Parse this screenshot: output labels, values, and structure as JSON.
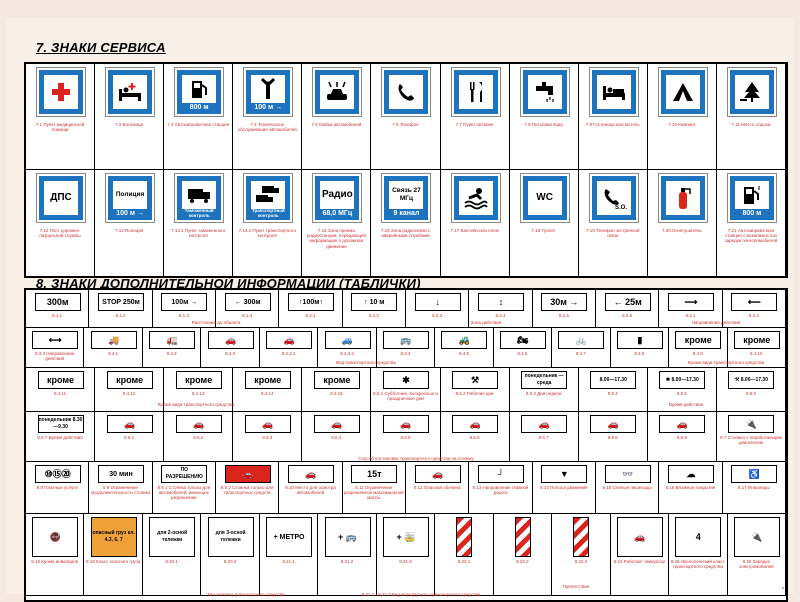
{
  "section7": {
    "title": "7. ЗНАКИ СЕРВИСА",
    "signs": [
      {
        "icon": "red-cross-icon",
        "bottom": "",
        "label": "7.1 Пункт медицинской помощи"
      },
      {
        "icon": "hospital-bed-icon",
        "bottom": "",
        "label": "7.2 Больница"
      },
      {
        "icon": "fuel-pump-icon",
        "bottom": "800 м",
        "label": "7.3 Автозаправочная станция"
      },
      {
        "icon": "wrench-icon",
        "bottom": "100 м →",
        "label": "7.4 Техническое обслуживание автомобилей"
      },
      {
        "icon": "car-wash-icon",
        "bottom": "",
        "label": "7.5 Мойка автомобилей"
      },
      {
        "icon": "telephone-icon",
        "bottom": "",
        "label": "7.6 Телефон"
      },
      {
        "icon": "fork-knife-icon",
        "bottom": "",
        "label": "7.7 Пункт питания"
      },
      {
        "icon": "water-tap-icon",
        "bottom": "",
        "label": "7.8 Питьевая вода"
      },
      {
        "icon": "bed-icon",
        "bottom": "",
        "label": "7.9 Гостиница или мотель"
      },
      {
        "icon": "tent-icon",
        "bottom": "",
        "label": "7.10 Кемпинг"
      },
      {
        "icon": "picnic-tree-icon",
        "bottom": "",
        "label": "7.11 Место отдыха"
      },
      {
        "icon": "text",
        "text": "ДПС",
        "bottom": "",
        "label": "7.12 Пост дорожно-патрульной службы"
      },
      {
        "icon": "text",
        "text": "Полиция",
        "bottom": "100 м →",
        "label": "7.13 Полиция"
      },
      {
        "icon": "truck-icon",
        "bottom": "Таможенный контроль",
        "label": "7.14.1 Пункт таможенного контроля"
      },
      {
        "icon": "trucks-icon",
        "bottom": "Транспортный контроль",
        "label": "7.14.2 Пункт транспортного контроля"
      },
      {
        "icon": "text",
        "text": "Радио",
        "bottom": "68,0 МГц",
        "label": "7.15 Зона приема радиостанции, передающей информацию о дорожном движении"
      },
      {
        "icon": "text",
        "text": "Связь 27 МГц",
        "bottom": "9 канал",
        "label": "7.16 Зона радиосвязи с аварийными службами"
      },
      {
        "icon": "swimmer-icon",
        "bottom": "",
        "label": "7.17 Бассейн или пляж"
      },
      {
        "icon": "text",
        "text": "WC",
        "bottom": "",
        "label": "7.18 Туалет"
      },
      {
        "icon": "sos-phone-icon",
        "bottom": "",
        "label": "7.19 Телефон экстренной связи"
      },
      {
        "icon": "extinguisher-icon",
        "bottom": "",
        "label": "7.20 Огнетушитель"
      },
      {
        "icon": "ev-charge-icon",
        "bottom": "800 м",
        "label": "7.21 Автозаправочная станция с возможностью зарядки электромобилей"
      }
    ]
  },
  "section8": {
    "title": "8. ЗНАКИ ДОПОЛНИТЕЛЬНОЙ ИНФОРМАЦИИ (ТАБЛИЧКИ)",
    "row1": [
      {
        "text": "300м",
        "label": "8.1.1"
      },
      {
        "text": "STOP 250м",
        "label": "8.1.2"
      },
      {
        "text": "100м →",
        "label": "8.1.3"
      },
      {
        "text": "← 300м",
        "label": "8.1.4"
      },
      {
        "text": "↑100м↑",
        "label": "8.2.1"
      },
      {
        "text": "↑ 10 м",
        "label": "8.2.2"
      },
      {
        "text": "↓",
        "label": "8.2.3"
      },
      {
        "text": "↕",
        "label": "8.2.4"
      },
      {
        "text": "30м →",
        "label": "8.2.5"
      },
      {
        "text": "← 25м",
        "label": "8.2.6"
      },
      {
        "text": "⟶",
        "label": "8.3.1"
      },
      {
        "text": "⟵",
        "label": "8.3.2"
      }
    ],
    "row1_caps": {
      "distance": "Расстояние до объекта",
      "zone": "Зона действия",
      "direction": "Направление действия"
    },
    "row2": [
      {
        "text": "⟷",
        "label": "8.3.3 Направление действия"
      },
      {
        "text": "🚚",
        "label": "8.4.1"
      },
      {
        "text": "🚛",
        "label": "8.4.2"
      },
      {
        "text": "🚗",
        "label": "8.4.3"
      },
      {
        "text": "🚗",
        "label": "8.4.3.1"
      },
      {
        "text": "🚙",
        "label": "8.4.3.2"
      },
      {
        "text": "🚌",
        "label": "8.4.4"
      },
      {
        "text": "🚜",
        "label": "8.4.5"
      },
      {
        "text": "🏍",
        "label": "8.4.6"
      },
      {
        "text": "🚲",
        "label": "8.4.7"
      },
      {
        "text": "▮",
        "label": "8.4.8"
      },
      {
        "text": "кроме",
        "label": "8.4.9"
      },
      {
        "text": "кроме",
        "label": "8.4.10"
      }
    ],
    "row2_caps": {
      "vehicle": "Вид транспортного средства",
      "except": "Кроме вида транспортного средства"
    },
    "row3": [
      {
        "text": "кроме",
        "label": "8.4.11"
      },
      {
        "text": "кроме",
        "label": "8.4.12"
      },
      {
        "text": "кроме",
        "label": "8.4.13"
      },
      {
        "text": "кроме",
        "label": "8.4.14"
      },
      {
        "text": "кроме",
        "label": "8.4.15"
      },
      {
        "text": "✱",
        "label": "8.5.1 Субботние, воскресные и праздничные дни"
      },
      {
        "text": "⚒",
        "label": "8.5.2 Рабочие дни"
      },
      {
        "text": "понедельник — среда",
        "label": "8.5.3 Дни недели"
      },
      {
        "text": "8.00—17.30",
        "label": "8.5.4"
      },
      {
        "text": "✱ 8.00—17.30",
        "label": "8.5.5"
      },
      {
        "text": "⚒ 8.00—17.30",
        "label": "8.5.6"
      }
    ],
    "row3_caps": {
      "except": "Кроме вида транспортного средства",
      "time": "Время действия"
    },
    "row4": [
      {
        "text": "понедельник 8.30—9.30",
        "label": "8.5.7 Время действия"
      },
      {
        "text": "🚗",
        "label": "8.6.1"
      },
      {
        "text": "🚗",
        "label": "8.6.2"
      },
      {
        "text": "🚗",
        "label": "8.6.3"
      },
      {
        "text": "🚗",
        "label": "8.6.4"
      },
      {
        "text": "🚗",
        "label": "8.6.5"
      },
      {
        "text": "🚗",
        "label": "8.6.6"
      },
      {
        "text": "🚗",
        "label": "8.6.7"
      },
      {
        "text": "🚗",
        "label": "8.6.8"
      },
      {
        "text": "🚗",
        "label": "8.6.9"
      },
      {
        "text": "🔌",
        "label": "8.7 Стоянка с неработающим двигателем"
      }
    ],
    "row4_cap": "Способ постановки транспортного средства на стоянку",
    "row5": [
      {
        "text": "⑩⑮⑳",
        "label": "8.8 Платные услуги"
      },
      {
        "text": "30 мин",
        "label": "8.9 Ограничение продолжительности стоянки"
      },
      {
        "text": "ПО РАЗРЕШЕНИЮ",
        "label": "8.9.1 Стоянка только для автомобилей, имеющих разрешение"
      },
      {
        "text": "🚗",
        "label": "8.9.2 Стоянка только для транспортных средств"
      },
      {
        "text": "🚗",
        "label": "8.10 Место для осмотра автомобилей"
      },
      {
        "text": "15т",
        "label": "8.11 Ограничение разрешенной максимальной массы"
      },
      {
        "text": "🚗",
        "label": "8.12 Опасная обочина"
      },
      {
        "text": "┘",
        "label": "8.13 Направление главной дороги"
      },
      {
        "text": "▼",
        "label": "8.14 Полоса движения"
      },
      {
        "text": "👓",
        "label": "8.15 Слепые пешеходы"
      },
      {
        "text": "☁",
        "label": "8.16 Влажное покрытие"
      },
      {
        "text": "♿",
        "label": "8.17 Инвалиды"
      }
    ],
    "row6": [
      {
        "text": "🚭",
        "label": "8.18 Кроме инвалидов"
      },
      {
        "text": "опасный груз кл. 4.3, 6, 7",
        "label": "8.19 Класс опасного груза"
      },
      {
        "text": "для 2-осной тележки",
        "label": "8.20.1"
      },
      {
        "text": "для 3-осной тележки",
        "label": "8.20.2"
      },
      {
        "text": "+ МЕТРО",
        "label": "8.21.1"
      },
      {
        "text": "+ 🚌",
        "label": "8.21.2"
      },
      {
        "text": "+ 🚋",
        "label": "8.21.3"
      },
      {
        "text": "▚",
        "label": "8.22.1"
      },
      {
        "text": "▚",
        "label": "8.22.2"
      },
      {
        "text": "▚",
        "label": "8.22.3"
      },
      {
        "text": "🚗",
        "label": "8.24 Работает эвакуатор"
      },
      {
        "text": "4",
        "label": "8.25 Экологический класс транспортного средства"
      },
      {
        "text": "🔌",
        "label": "8.26 Зарядка электромобилей"
      }
    ],
    "row6_caps": {
      "cart": "Тип тележки транспортного средства",
      "route": "8.21.1 - 8.21.3 Вид маршрутного транспортного средства",
      "obstacle": "Препятствие"
    }
  },
  "colors": {
    "blue": "#1e73be",
    "red": "#d9251c",
    "caption": "#cc3333"
  }
}
